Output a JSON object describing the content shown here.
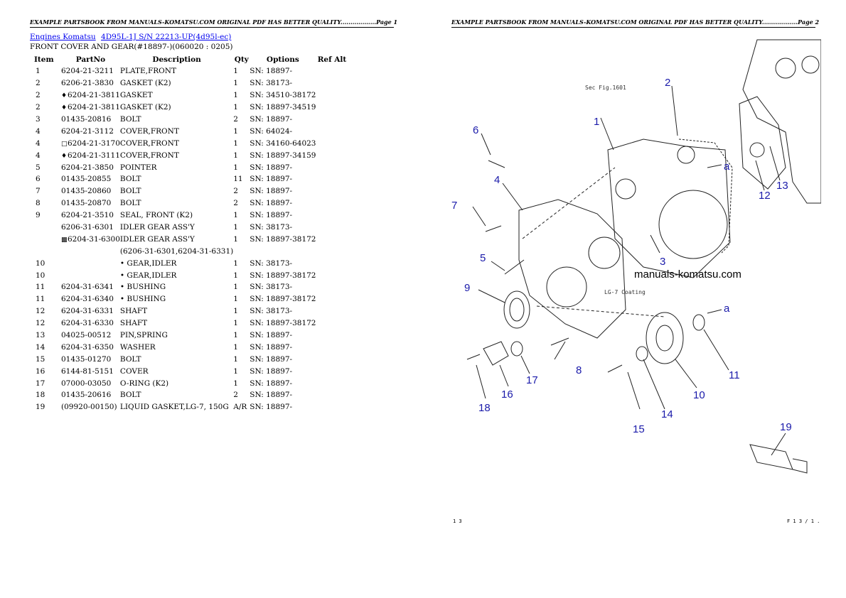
{
  "left": {
    "header": "EXAMPLE PARTSBOOK FROM MANUALS-KOMATSU.COM ORIGINAL PDF HAS BETTER QUALITY..................Page 1",
    "breadcrumb": [
      "Engines Komatsu",
      "4D95L-1J S/N 22213-UP(4d95l-ec)"
    ],
    "subtitle": "FRONT COVER AND GEAR(#18897-)(060020 : 0205)",
    "columns": [
      "Item",
      "PartNo",
      "Description",
      "Qty",
      "Options",
      "Ref Alt"
    ],
    "rows": [
      {
        "item": "1",
        "mark": "",
        "part": "6204-21-3211",
        "desc": "PLATE,FRONT",
        "qty": "1",
        "opt": "SN: 18897-"
      },
      {
        "item": "2",
        "mark": "",
        "part": "6206-21-3830",
        "desc": "GASKET (K2)",
        "qty": "1",
        "opt": "SN: 38173-"
      },
      {
        "item": "2",
        "mark": "♦",
        "part": "6204-21-3811",
        "desc": "GASKET",
        "qty": "1",
        "opt": "SN: 34510-38172"
      },
      {
        "item": "2",
        "mark": "♦",
        "part": "6204-21-3811",
        "desc": "GASKET (K2)",
        "qty": "1",
        "opt": "SN: 18897-34519"
      },
      {
        "item": "3",
        "mark": "",
        "part": "01435-20816",
        "desc": "BOLT",
        "qty": "2",
        "opt": "SN: 18897-"
      },
      {
        "item": "4",
        "mark": "",
        "part": "6204-21-3112",
        "desc": "COVER,FRONT",
        "qty": "1",
        "opt": "SN: 64024-"
      },
      {
        "item": "4",
        "mark": "□",
        "part": "6204-21-3170",
        "desc": "COVER,FRONT",
        "qty": "1",
        "opt": "SN: 34160-64023"
      },
      {
        "item": "4",
        "mark": "♦",
        "part": "6204-21-3111",
        "desc": "COVER,FRONT",
        "qty": "1",
        "opt": "SN: 18897-34159"
      },
      {
        "item": "5",
        "mark": "",
        "part": "6204-21-3850",
        "desc": "POINTER",
        "qty": "1",
        "opt": "SN: 18897-"
      },
      {
        "item": "6",
        "mark": "",
        "part": "01435-20855",
        "desc": "BOLT",
        "qty": "11",
        "opt": "SN: 18897-"
      },
      {
        "item": "7",
        "mark": "",
        "part": "01435-20860",
        "desc": "BOLT",
        "qty": "2",
        "opt": "SN: 18897-"
      },
      {
        "item": "8",
        "mark": "",
        "part": "01435-20870",
        "desc": "BOLT",
        "qty": "2",
        "opt": "SN: 18897-"
      },
      {
        "item": "9",
        "mark": "",
        "part": "6204-21-3510",
        "desc": "SEAL, FRONT (K2)",
        "qty": "1",
        "opt": "SN: 18897-"
      },
      {
        "item": "",
        "mark": "",
        "part": "6206-31-6301",
        "desc": "IDLER GEAR ASS'Y",
        "qty": "1",
        "opt": "SN: 38173-"
      },
      {
        "item": "",
        "mark": "▩",
        "part": "6204-31-6300",
        "desc": "IDLER GEAR ASS'Y",
        "qty": "1",
        "opt": "SN: 18897-38172"
      },
      {
        "item": "",
        "mark": "",
        "part": "",
        "desc": "(6206-31-6301,6204-31-6331)",
        "qty": "",
        "opt": ""
      },
      {
        "item": "10",
        "mark": "",
        "part": "",
        "desc": "• GEAR,IDLER",
        "qty": "1",
        "opt": "SN: 38173-"
      },
      {
        "item": "10",
        "mark": "",
        "part": "",
        "desc": "• GEAR,IDLER",
        "qty": "1",
        "opt": "SN: 18897-38172"
      },
      {
        "item": "11",
        "mark": "",
        "part": "6204-31-6341",
        "desc": "• BUSHING",
        "qty": "1",
        "opt": "SN: 38173-"
      },
      {
        "item": "11",
        "mark": "",
        "part": "6204-31-6340",
        "desc": "• BUSHING",
        "qty": "1",
        "opt": "SN: 18897-38172"
      },
      {
        "item": "12",
        "mark": "",
        "part": "6204-31-6331",
        "desc": "SHAFT",
        "qty": "1",
        "opt": "SN: 38173-"
      },
      {
        "item": "12",
        "mark": "",
        "part": "6204-31-6330",
        "desc": "SHAFT",
        "qty": "1",
        "opt": "SN: 18897-38172"
      },
      {
        "item": "13",
        "mark": "",
        "part": "04025-00512",
        "desc": "PIN,SPRING",
        "qty": "1",
        "opt": "SN: 18897-"
      },
      {
        "item": "14",
        "mark": "",
        "part": "6204-31-6350",
        "desc": "WASHER",
        "qty": "1",
        "opt": "SN: 18897-"
      },
      {
        "item": "15",
        "mark": "",
        "part": "01435-01270",
        "desc": "BOLT",
        "qty": "1",
        "opt": "SN: 18897-"
      },
      {
        "item": "16",
        "mark": "",
        "part": "6144-81-5151",
        "desc": "COVER",
        "qty": "1",
        "opt": "SN: 18897-"
      },
      {
        "item": "17",
        "mark": "",
        "part": "07000-03050",
        "desc": "O-RING (K2)",
        "qty": "1",
        "opt": "SN: 18897-"
      },
      {
        "item": "18",
        "mark": "",
        "part": "01435-20616",
        "desc": "BOLT",
        "qty": "2",
        "opt": "SN: 18897-"
      },
      {
        "item": "19",
        "mark": "",
        "part": "(09920-00150)",
        "desc": "LIQUID GASKET,LG-7, 150G",
        "qty": "A/R",
        "opt": "SN: 18897-"
      }
    ]
  },
  "right": {
    "header": "EXAMPLE PARTSBOOK FROM MANUALS-KOMATSU.COM ORIGINAL PDF HAS BETTER QUALITY..................Page 2",
    "watermark": "manuals-komatsu.com",
    "note_ref": "Sec Fig.1601",
    "note_lg7": "LG-7 Coating",
    "arrow_label": "a",
    "callouts": [
      "1",
      "2",
      "3",
      "4",
      "5",
      "6",
      "7",
      "8",
      "9",
      "10",
      "11",
      "12",
      "13",
      "14",
      "15",
      "16",
      "17",
      "18",
      "19"
    ],
    "footer_left": "1 3",
    "footer_right": "F 1 3 / 1 ."
  }
}
